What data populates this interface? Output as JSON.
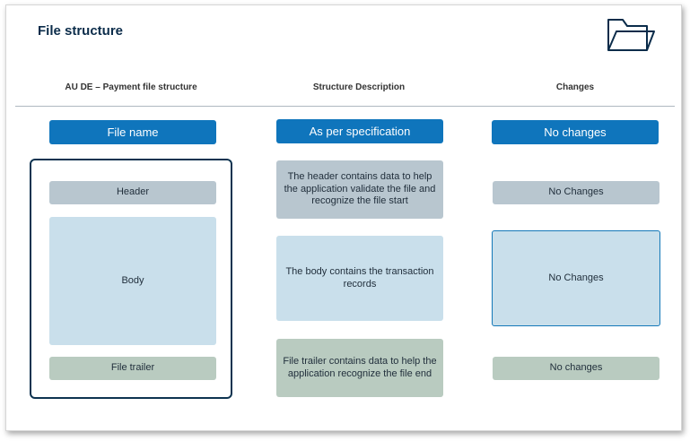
{
  "title": "File structure",
  "columns": {
    "col1": "AU DE – Payment file structure",
    "col2": "Structure Description",
    "col3": "Changes"
  },
  "headers": {
    "col1": "File name",
    "col2": "As per specification",
    "col3": "No changes"
  },
  "rows": {
    "header": {
      "label": "Header",
      "description": "The header contains data to help the application validate the file and recognize the file start",
      "change": "No Changes"
    },
    "body": {
      "label": "Body",
      "description": "The body contains the transaction records",
      "change": "No Changes"
    },
    "trailer": {
      "label": "File trailer",
      "description": "File trailer contains data to help the application recognize the file end",
      "change": "No changes"
    }
  },
  "icons": {
    "folder": "folder-open-icon"
  },
  "colors": {
    "accent": "#0f75bc",
    "title": "#0b2c4a",
    "header_fill": "#b8c6cf",
    "body_fill": "#c9dfeb",
    "trailer_fill": "#b9cbc0",
    "outline": "#0d3350"
  }
}
